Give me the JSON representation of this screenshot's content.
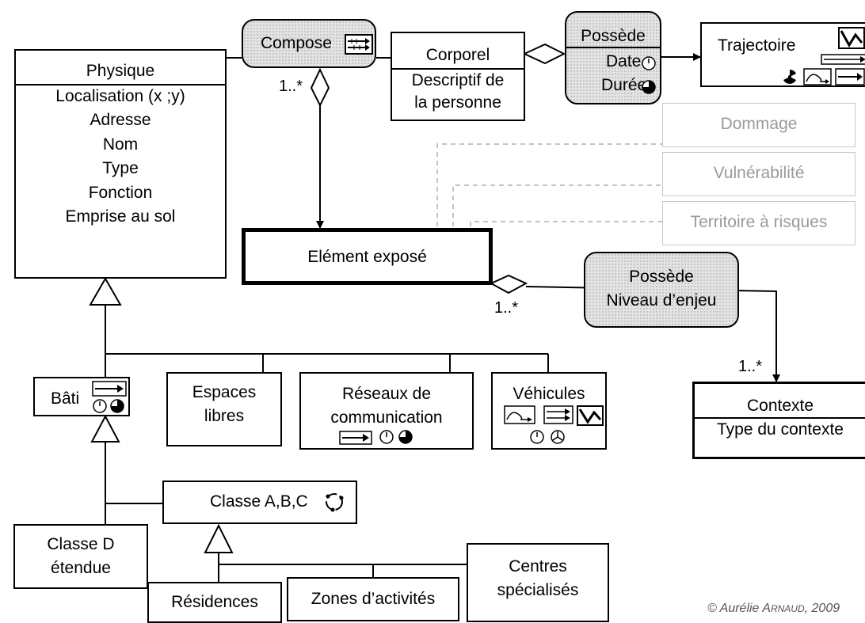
{
  "classes": {
    "physique": {
      "title": "Physique",
      "attributes": [
        "Localisation (x ;y)",
        "Adresse",
        "Nom",
        "Type",
        "Fonction",
        "Emprise au sol"
      ]
    },
    "compose": {
      "title": "Compose"
    },
    "corporel": {
      "title": "Corporel",
      "attr1": "Descriptif de",
      "attr2": "la personne"
    },
    "possede_top": {
      "title": "Possède",
      "attr1": "Date",
      "attr2": "Durée"
    },
    "trajectoire": {
      "title": "Trajectoire"
    },
    "dommage": {
      "title": "Dommage"
    },
    "vulnerabilite": {
      "title": "Vulnérabilité"
    },
    "territoire": {
      "title": "Territoire à risques"
    },
    "element_expose": {
      "title": "Elément exposé"
    },
    "possede_mid": {
      "title": "Possède",
      "attr1": "Niveau d’enjeu"
    },
    "contexte": {
      "title": "Contexte",
      "attr1": "Type du contexte"
    },
    "bati": {
      "title": "Bâti"
    },
    "espaces": {
      "line1": "Espaces",
      "line2": "libres"
    },
    "reseaux": {
      "line1": "Réseaux de",
      "line2": "communication"
    },
    "vehicules": {
      "title": "Véhicules"
    },
    "classe_abc": {
      "title": "Classe A,B,C"
    },
    "classe_d": {
      "line1": "Classe D",
      "line2": "étendue"
    },
    "residences": {
      "title": "Résidences"
    },
    "zones": {
      "title": "Zones d’activités"
    },
    "centres": {
      "line1": "Centres",
      "line2": "spécialisés"
    }
  },
  "multiplicities": {
    "compose": "1..*",
    "element": "1..*",
    "contexte": "1..*"
  },
  "credit": {
    "prefix": "© Aurélie ",
    "name_initial": "A",
    "name_rest": "RNAUD",
    "year": ", 2009"
  },
  "icons": [
    "timeline-icon",
    "clock-icon",
    "half-circle-icon",
    "zigzag-icon",
    "radiation-icon",
    "trajectory-icon",
    "cycle-icon",
    "tricycle-icon"
  ]
}
